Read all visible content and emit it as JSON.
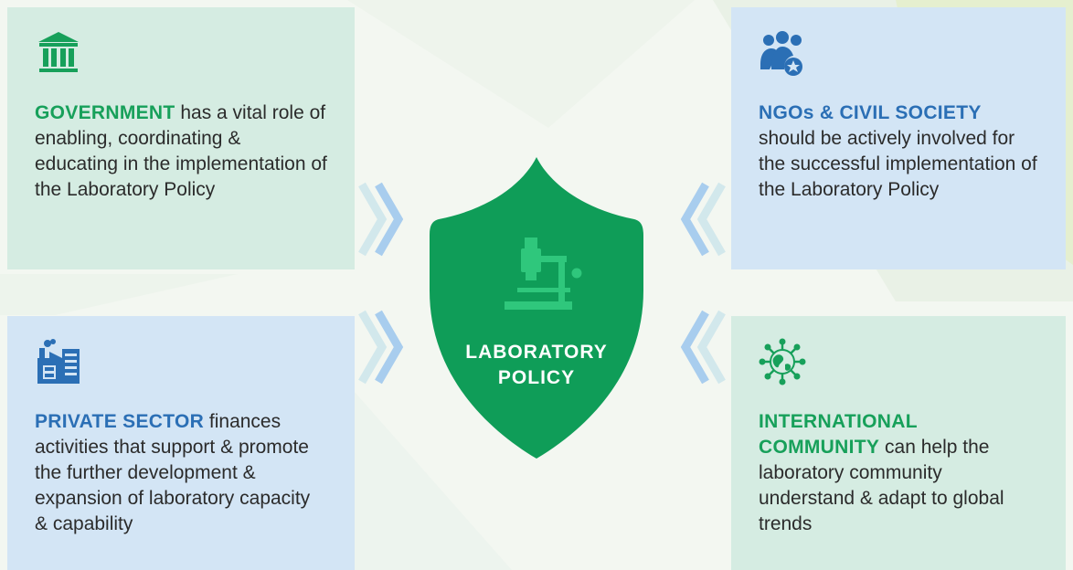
{
  "center": {
    "line1": "LABORATORY",
    "line2": "POLICY",
    "icon": "microscope-icon"
  },
  "government": {
    "keyword": "GOVERNMENT",
    "text": " has a vital role of enabling, coordinating & educating in the implementation of the Laboratory Policy",
    "icon": "government-building-icon"
  },
  "ngos": {
    "keyword": "NGOs & CIVIL SOCIETY",
    "text": "should be actively involved for the successful implementation of the Laboratory Policy",
    "icon": "people-group-icon"
  },
  "private_sector": {
    "keyword": "PRIVATE SECTOR",
    "text": " finances activities that support & promote the further development & expansion of laboratory capacity & capability",
    "icon": "factory-icon"
  },
  "international": {
    "keyword": "INTERNATIONAL COMMUNITY",
    "text": " can help the laboratory community understand & adapt to global trends",
    "icon": "globe-network-icon"
  },
  "colors": {
    "green": "#17a05a",
    "blue": "#2b6fb5",
    "shield": "#0f9d58",
    "green_card": "#d5ece2",
    "blue_card": "#d3e5f5"
  }
}
